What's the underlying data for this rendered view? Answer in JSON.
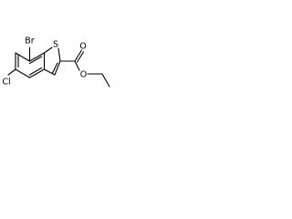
{
  "molecule": {
    "atoms": {
      "br": "Br",
      "cl": "Cl",
      "s": "S",
      "o_carbonyl": "O",
      "o_ester": "O"
    },
    "colors": {
      "bond": "#000000",
      "label": "#000000",
      "background": "#ffffff"
    }
  }
}
